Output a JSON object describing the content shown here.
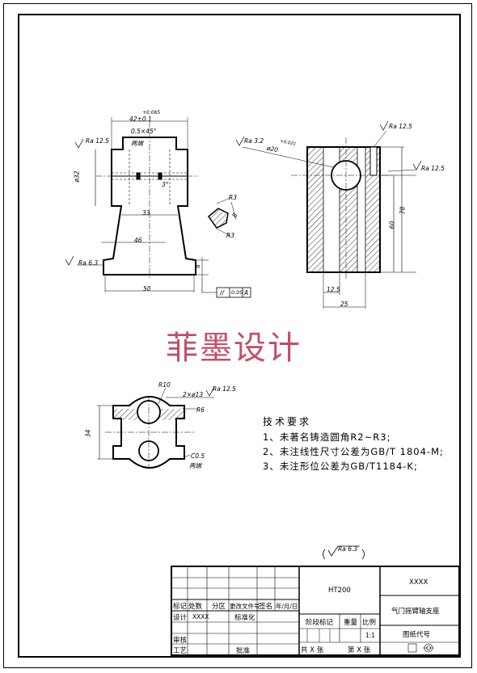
{
  "watermark": "菲墨设计",
  "requirements": {
    "title": "技术要求",
    "items": [
      "1、未著名铸造圆角R2~R3;",
      "2、未注线性尺寸公差为GB/T 1804-M;",
      "3、未注形位公差为GB/T1184-K;"
    ]
  },
  "roughness_overall": "Ra 6.3",
  "title_block": {
    "company": "XXXX",
    "material": "HT200",
    "part_name": "气门摇臂轴支座",
    "drawing_code_label": "图纸代号",
    "scale_value": "1:1",
    "cells": {
      "mark": "标记",
      "place": "处数",
      "zone": "分区",
      "change_doc": "更改文件号",
      "signature": "签名",
      "date": "年/月/日",
      "design": "设计",
      "designer": "XXXX",
      "standardize": "标准化",
      "review": "审核",
      "process": "工艺",
      "approve": "批准",
      "stage_mark": "阶段标记",
      "weight": "重量",
      "scale": "比例",
      "total": "共 X 张",
      "sheet": "第 X 张"
    }
  },
  "dimensions": {
    "top_width": "42±0.1",
    "top_width_tol": "+0.065",
    "chamfer": "0.5×45°",
    "both_ends_1": "两端",
    "ra_left_top": "Ra 12.5",
    "ra_left_bottom": "Ra 6.3",
    "dia32": "ø32",
    "angle3": "3°",
    "dim33": "33",
    "dim46": "46",
    "dim50": "50",
    "dim8": "8",
    "tolerance_parallel": "//",
    "tolerance_value": "0.05",
    "tolerance_datum": "A",
    "r3a": "R3",
    "r3b": "R3",
    "dim8b": "8",
    "ra_right_a": "Ra 3.2",
    "ra_right_b": "Ra 12.5",
    "ra_right_c": "Ra 12.5",
    "dia20": "ø20",
    "dia20_tol": "+0.021",
    "dim78": "78",
    "dim60": "60",
    "dim125": "12.5",
    "dim25": "25",
    "r10": "R10",
    "holes": "2×ø13",
    "ra_bottom": "Ra 12.5",
    "r6": "R6",
    "dim34": "34",
    "c05": "C0.5",
    "both_ends_2": "两端"
  }
}
